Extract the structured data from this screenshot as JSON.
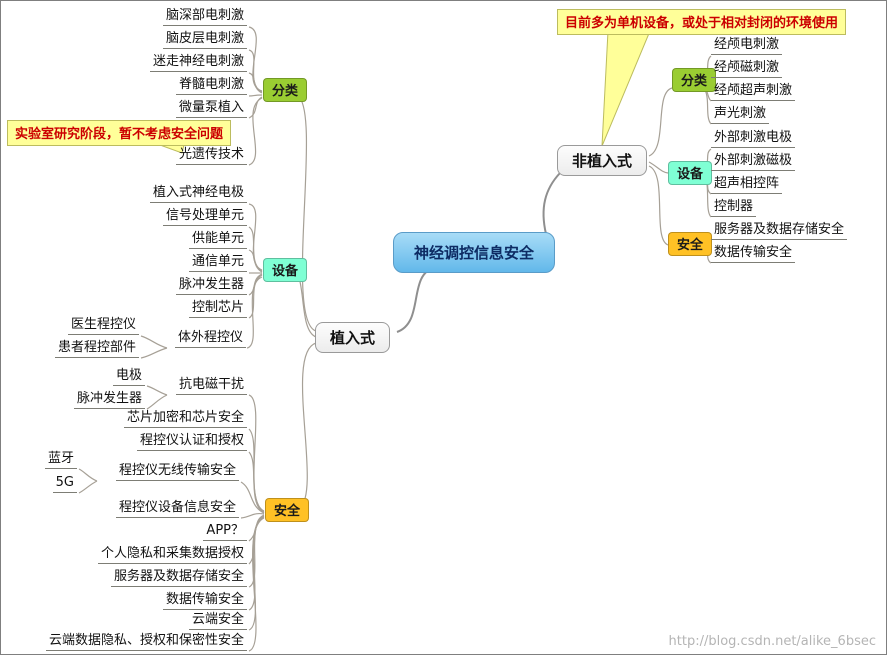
{
  "canvas": {
    "watermark": "http://blog.csdn.net/alike_6bsec"
  },
  "center": {
    "label": "神经调控信息安全"
  },
  "left": {
    "root": "植入式",
    "callout": "实验室研究阶段，暂不考虑安全问题",
    "groups": {
      "category": {
        "label": "分类",
        "items": [
          "脑深部电刺激",
          "脑皮层电刺激",
          "迷走神经电刺激",
          "脊髓电刺激",
          "微量泵植入",
          "光遗传技术"
        ]
      },
      "device": {
        "label": "设备",
        "items": [
          "植入式神经电极",
          "信号处理单元",
          "供能单元",
          "通信单元",
          "脉冲发生器",
          "控制芯片",
          "体外程控仪"
        ],
        "programmer_children": [
          "医生程控仪",
          "患者程控部件"
        ]
      },
      "security": {
        "label": "安全",
        "items": [
          "抗电磁干扰",
          "芯片加密和芯片安全",
          "程控仪认证和授权",
          "程控仪无线传输安全",
          "程控仪设备信息安全",
          "APP？",
          "个人隐私和采集数据授权",
          "服务器及数据存储安全",
          "数据传输安全",
          "云端安全",
          "云端数据隐私、授权和保密性安全"
        ],
        "emi_children": [
          "电极",
          "脉冲发生器"
        ],
        "wireless_children": [
          "蓝牙",
          "5G"
        ]
      }
    }
  },
  "right": {
    "root": "非植入式",
    "callout": "目前多为单机设备，或处于相对封闭的环境使用",
    "groups": {
      "category": {
        "label": "分类",
        "items": [
          "经颅电刺激",
          "经颅磁刺激",
          "经颅超声刺激",
          "声光刺激"
        ]
      },
      "device": {
        "label": "设备",
        "items": [
          "外部刺激电极",
          "外部刺激磁极",
          "超声相控阵",
          "控制器"
        ]
      },
      "security": {
        "label": "安全",
        "items": [
          "服务器及数据存储安全",
          "数据传输安全"
        ]
      }
    }
  },
  "colors": {
    "center": "#87CEEB",
    "category": "#9ACD32",
    "device": "#7FFFD4",
    "security": "#FFC125",
    "callout_bg": "#FFFF99",
    "callout_text": "#CC0000"
  }
}
